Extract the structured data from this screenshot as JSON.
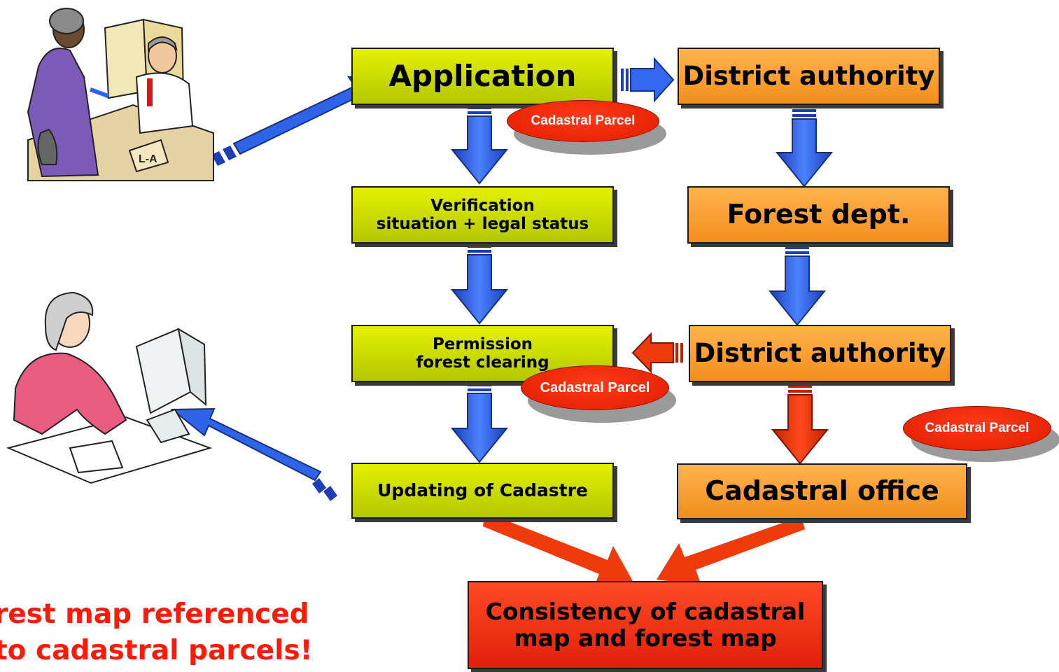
{
  "boxes": {
    "application": "Application",
    "verification_line1": "Verification",
    "verification_line2": "situation + legal status",
    "permission_line1": "Permission",
    "permission_line2": "forest clearing",
    "updating": "Updating of Cadastre",
    "district_authority_top": "District authority",
    "forest_dept": "Forest dept.",
    "district_authority_mid": "District authority",
    "cadastral_office": "Cadastral office",
    "consistency_line1": "Consistency of cadastral",
    "consistency_line2": "map and forest map"
  },
  "badges": {
    "badge1": "Cadastral Parcel",
    "badge2": "Cadastral Parcel",
    "badge3": "Cadastral Parcel"
  },
  "caption": {
    "line1": "rest map referenced",
    "line2": "to cadastral parcels!"
  },
  "colors": {
    "green_box": "#d4e400",
    "orange_box": "#f7a03a",
    "red_box": "#f0300f",
    "blue_arrow": "#2f63e8",
    "red_arrow": "#ef3a0c"
  },
  "icons": {
    "clerk_scene": "office-clerk-illustration",
    "computer_user": "computer-user-illustration"
  }
}
